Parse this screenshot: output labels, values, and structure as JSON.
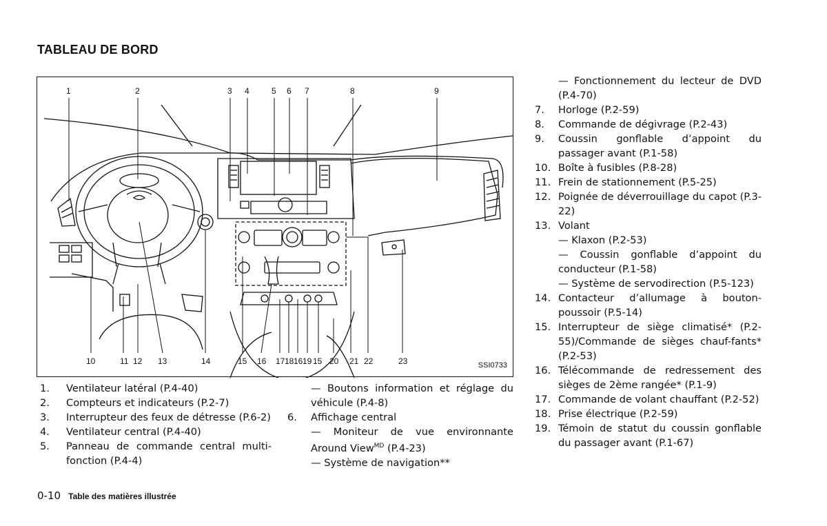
{
  "page": {
    "title": "TABLEAU DE BORD",
    "page_number": "0-10",
    "section": "Table des matières illustrée"
  },
  "figure": {
    "code": "SSI0733",
    "top_callouts": [
      "1",
      "2",
      "3",
      "4",
      "5",
      "6",
      "7",
      "8",
      "9"
    ],
    "bottom_callouts": [
      "10",
      "11",
      "12",
      "13",
      "14",
      "15",
      "16",
      "17",
      "18",
      "16",
      "19",
      "15",
      "20",
      "21",
      "22",
      "23"
    ]
  },
  "col1": {
    "items": [
      {
        "num": "1.",
        "text": "Ventilateur latéral (P.4-40)"
      },
      {
        "num": "2.",
        "text": "Compteurs et indicateurs (P.2-7)"
      },
      {
        "num": "3.",
        "text": "Interrupteur des feux de détresse (P.6-2)"
      },
      {
        "num": "4.",
        "text": "Ventilateur central (P.4-40)"
      },
      {
        "num": "5.",
        "text": "Panneau de commande central multi-fonction (P.4-4)"
      }
    ]
  },
  "col2": {
    "sub_top": "— Boutons information et réglage du véhicule (P.4-8)",
    "item6": {
      "num": "6.",
      "text": "Affichage central"
    },
    "sub_a_pre": "— Moniteur de vue environnante Around View",
    "sub_a_sup": "MD",
    "sub_a_post": " (P.4-23)",
    "sub_b": "— Système de navigation**"
  },
  "col3": {
    "sub_top": "— Fonctionnement du lecteur de DVD (P.4-70)",
    "items": [
      {
        "num": "7.",
        "text": "Horloge (P.2-59)"
      },
      {
        "num": "8.",
        "text": "Commande de dégivrage (P.2-43)"
      },
      {
        "num": "9.",
        "text": "Coussin gonflable d’appoint du passager avant (P.1-58)"
      },
      {
        "num": "10.",
        "text": "Boîte à fusibles (P.8-28)"
      },
      {
        "num": "11.",
        "text": "Frein de stationnement (P.5-25)"
      },
      {
        "num": "12.",
        "text": "Poignée de déverrouillage du capot (P.3-22)"
      },
      {
        "num": "13.",
        "text": "Volant"
      }
    ],
    "sub13": [
      "— Klaxon (P.2-53)",
      "— Coussin gonflable d’appoint du conducteur (P.1-58)",
      "— Système de servodirection (P.5-123)"
    ],
    "items2": [
      {
        "num": "14.",
        "text": "Contacteur d’allumage à bouton-poussoir (P.5-14)"
      },
      {
        "num": "15.",
        "text": "Interrupteur de siège climatisé* (P.2-55)/Commande de sièges chauf-fants* (P.2-53)"
      },
      {
        "num": "16.",
        "text": "Télécommande de redressement des sièges de 2ème rangée* (P.1-9)"
      },
      {
        "num": "17.",
        "text": "Commande de volant chauffant (P.2-52)"
      },
      {
        "num": "18.",
        "text": "Prise électrique (P.2-59)"
      },
      {
        "num": "19.",
        "text": "Témoin de statut du coussin gonflable du passager avant (P.1-67)"
      }
    ]
  }
}
